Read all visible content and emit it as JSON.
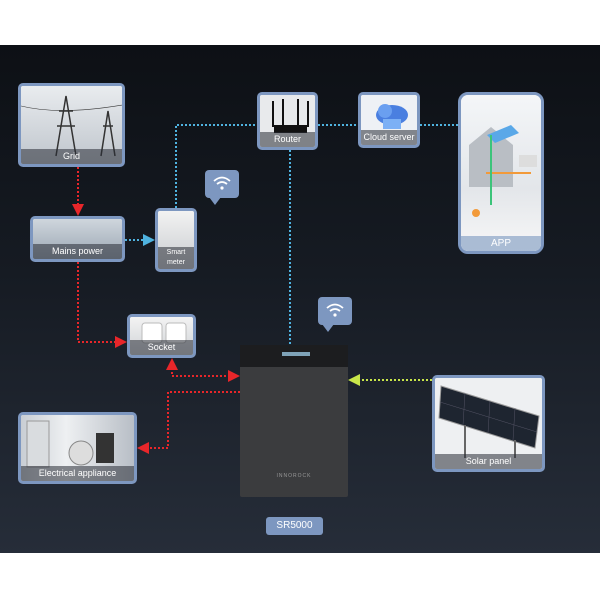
{
  "nodes": {
    "grid": "Grid",
    "mains": "Mains power",
    "meter": "Smart meter",
    "router": "Router",
    "cloud": "Cloud server",
    "app": "APP",
    "socket": "Socket",
    "appliance": "Electrical appliance",
    "solar": "Solar panel"
  },
  "device": {
    "model": "SR5000",
    "brand": "INNOROCK"
  },
  "colors": {
    "ac": "#e8262a",
    "data": "#4fb3e0",
    "dc": "#c8e64a",
    "border": "#7d97c0"
  }
}
